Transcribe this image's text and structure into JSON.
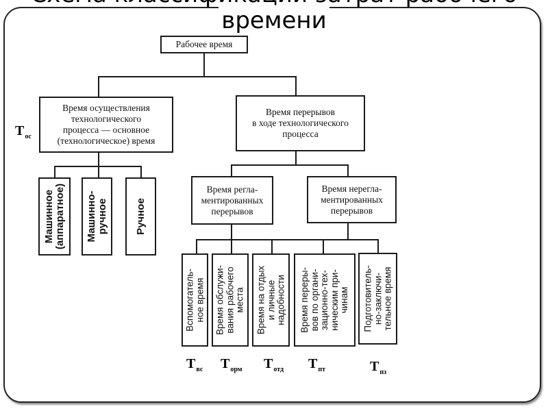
{
  "slide": {
    "title_line1": "Схема классификации затрат рабочего",
    "title_line2": "времени"
  },
  "diagram": {
    "root": "Рабочее время",
    "level1": {
      "main_time": "Время осуществления\nтехнологического\nпроцесса — основное\n(технологическое) время",
      "breaks_time": "Время перерывов\nв ходе технологического\nпроцесса"
    },
    "main_children": [
      "Машинное\n(аппаратное)",
      "Машинно-\nручное",
      "Ручное"
    ],
    "break_groups": {
      "regulated": "Время регла-\nментированных\nперерывов",
      "unregulated": "Время нерегла-\nментированных\nперерывов"
    },
    "leaves": [
      "Вспомогатель-\nное время",
      "Время обслужи-\nвания рабочего\nместа",
      "Время на отдых\nи личные\nнадобности",
      "Время переры-\nвов по органи-\nзационно-тех-\nническим при-\nчинам",
      "Подготовитель-\nно-заключи-\nтельное время"
    ],
    "symbols": {
      "main": {
        "base": "Т",
        "sub": "ос"
      },
      "leaves": [
        {
          "base": "Т",
          "sub": "вс"
        },
        {
          "base": "Т",
          "sub": "орм"
        },
        {
          "base": "Т",
          "sub": "отд"
        },
        {
          "base": "Т",
          "sub": "пт"
        },
        {
          "base": "Т",
          "sub": "пз"
        }
      ]
    }
  }
}
